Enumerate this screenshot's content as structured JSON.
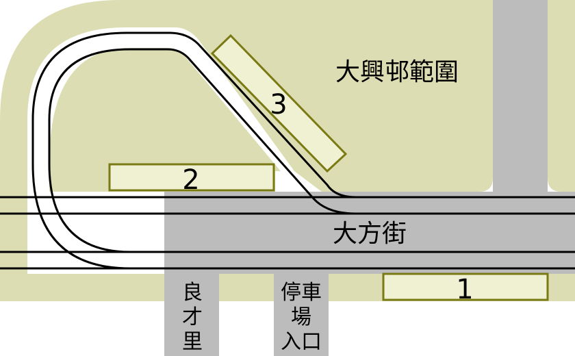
{
  "colors": {
    "district": "#dcddb2",
    "road": "#bcbcbc",
    "platform_fill": "#f0f1d2",
    "platform_stroke": "#7a7a14",
    "track": "#000000",
    "background": "#ffffff"
  },
  "labels": {
    "district": "大興邨範圍",
    "main_street": "大方街",
    "side_road_1": [
      "良",
      "才",
      "里"
    ],
    "side_road_2": [
      "停車",
      "場",
      "入口"
    ]
  },
  "platforms": [
    "1",
    "2",
    "3"
  ]
}
